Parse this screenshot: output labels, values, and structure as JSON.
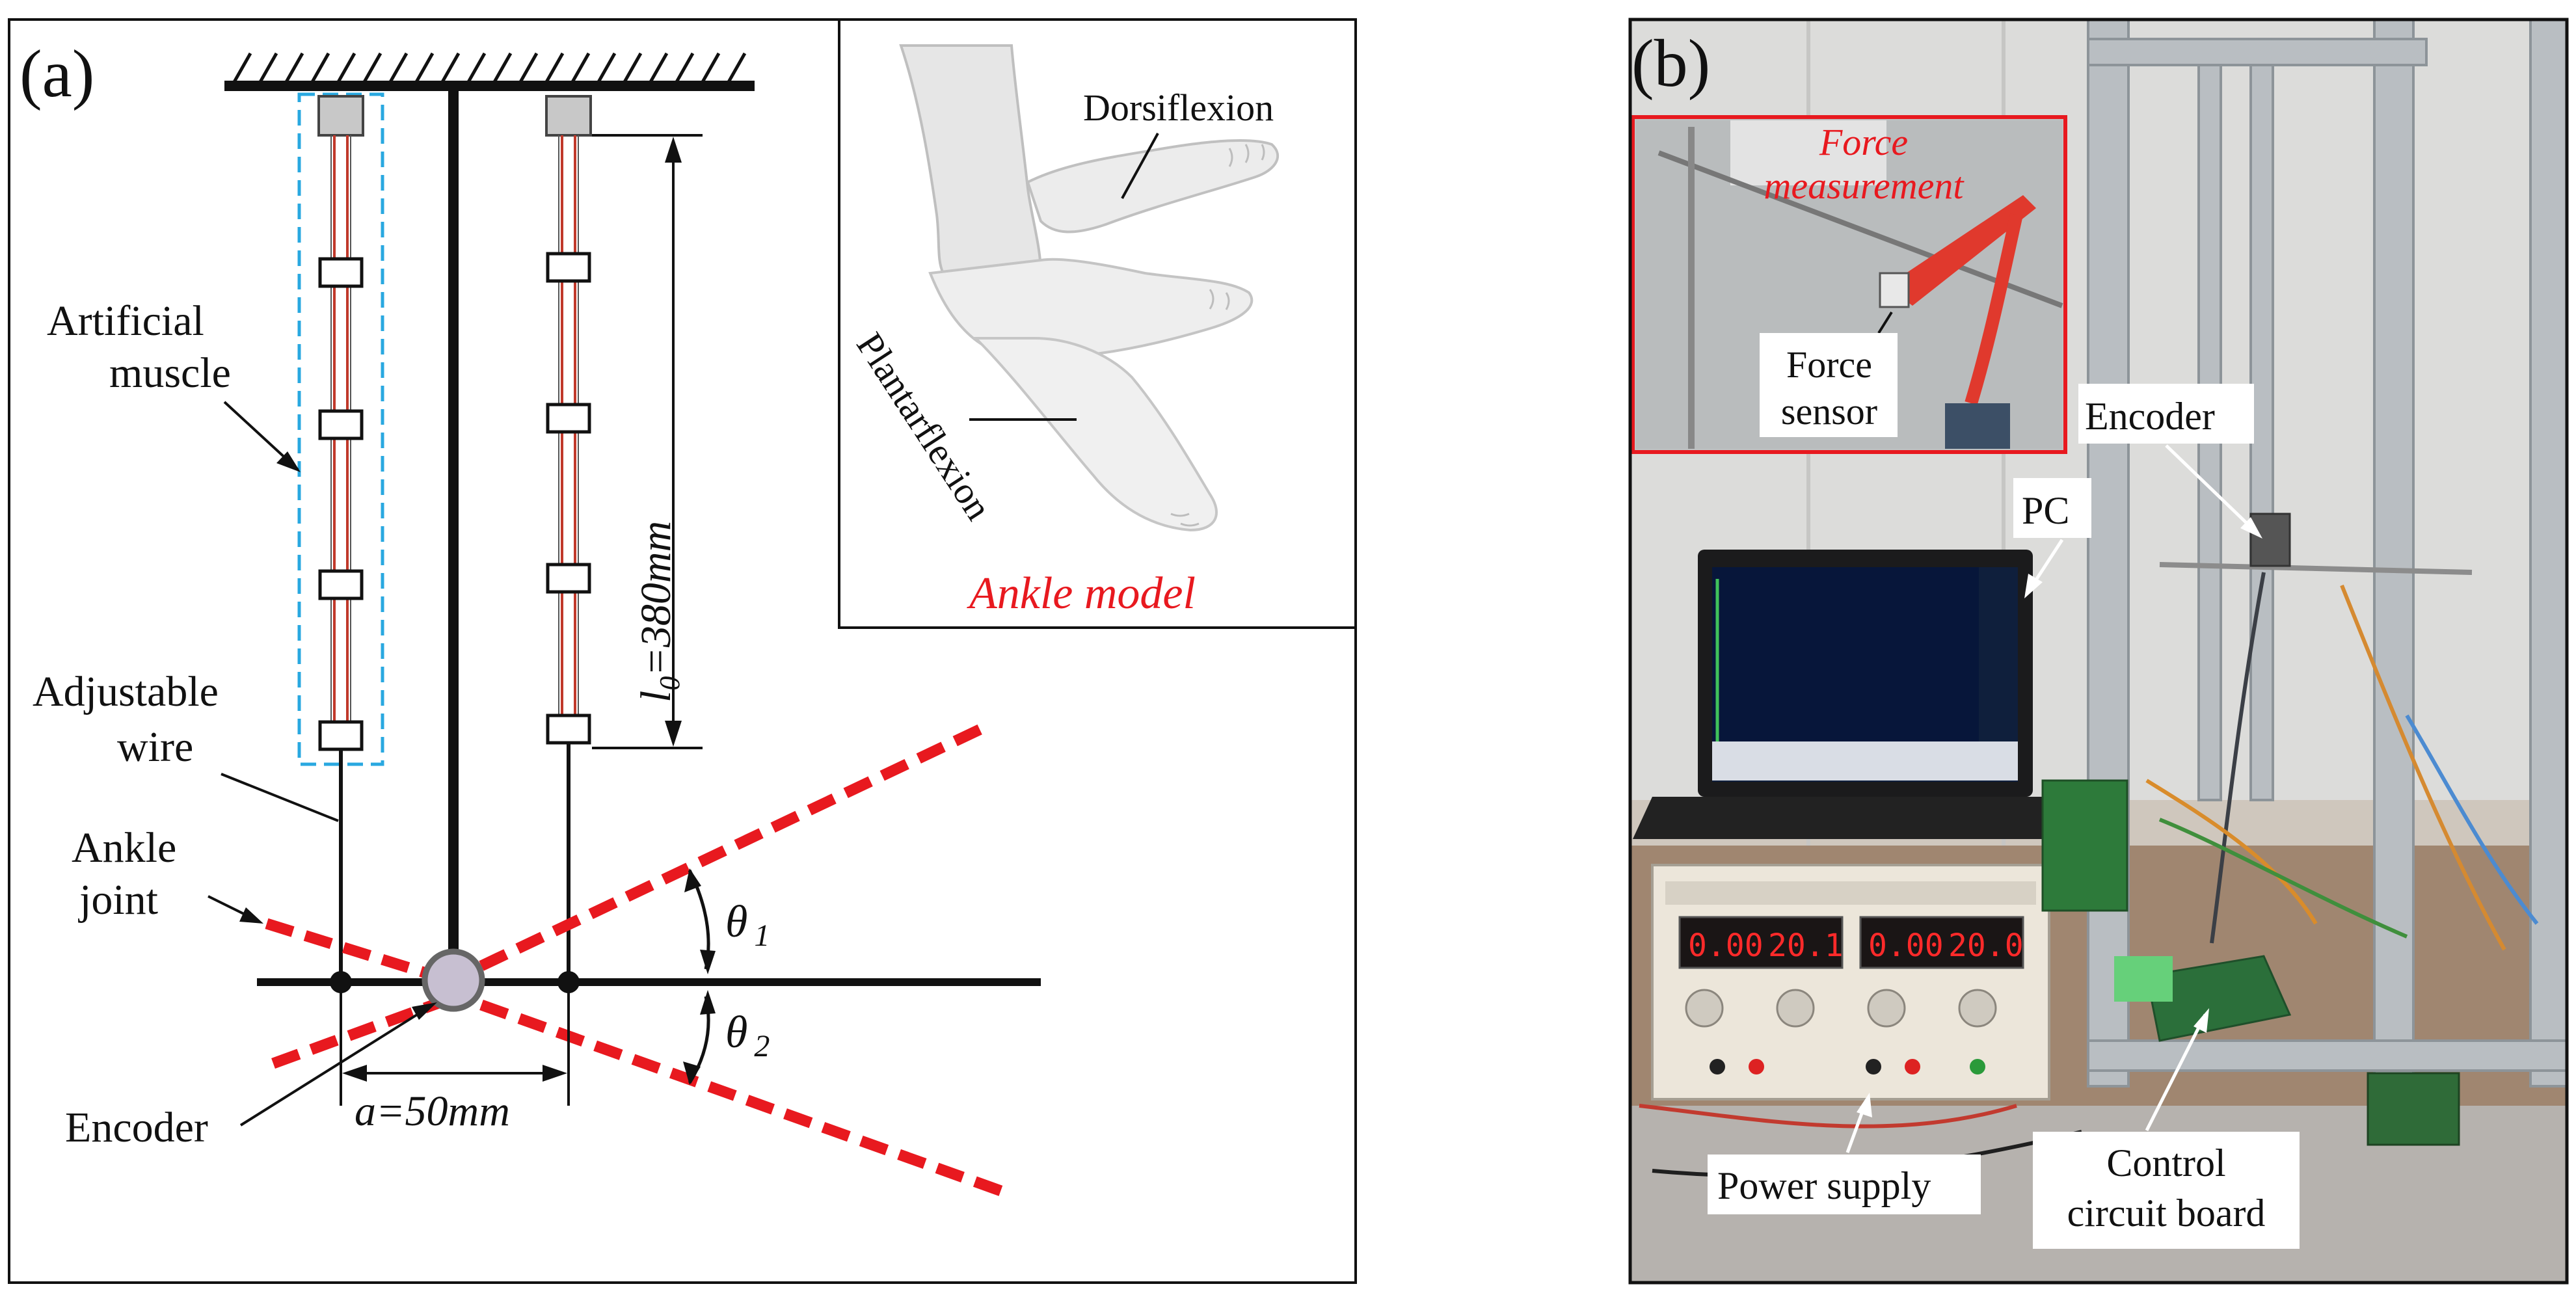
{
  "panel_a": {
    "tag": "(a)",
    "labels": {
      "artificial_muscle_1": "Artificial",
      "artificial_muscle_2": "muscle",
      "adjustable_wire_1": "Adjustable",
      "adjustable_wire_2": "wire",
      "ankle_joint_1": "Ankle",
      "ankle_joint_2": "joint",
      "encoder": "Encoder",
      "l0": "l0=380mm",
      "l0_var": "l",
      "l0_sub": "0",
      "l0_val": "=380mm",
      "a": "a=50mm",
      "theta1": "θ",
      "theta1_sub": "1",
      "theta2": "θ",
      "theta2_sub": "2"
    },
    "inset": {
      "dorsiflexion": "Dorsiflexion",
      "plantarflexion": "Plantarflexion",
      "title": "Ankle model"
    }
  },
  "panel_b": {
    "tag": "(b)",
    "labels": {
      "force_measurement_1": "Force",
      "force_measurement_2": "measurement",
      "force_sensor_1": "Force",
      "force_sensor_2": "sensor",
      "encoder": "Encoder",
      "pc": "PC",
      "power_supply": "Power supply",
      "control_1": "Control",
      "control_2": "circuit board"
    },
    "displays": [
      "0.00",
      "20.1",
      "0.00",
      "20.0"
    ]
  },
  "colors": {
    "accent_red": "#e8191f",
    "dashed_blue": "#29a8e0",
    "muscle_red": "#c0392b"
  }
}
